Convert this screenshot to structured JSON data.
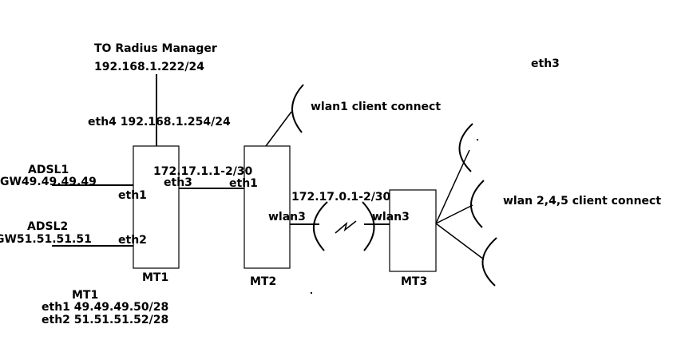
{
  "labels": {
    "radius_title": "TO Radius Manager",
    "radius_ip": "192.168.1.222/24",
    "eth4": "eth4 192.168.1.254/24",
    "eth3_top": "eth3",
    "wlan1_client": "wlan1 client connect",
    "wlan245_client": "wlan 2,4,5 client connect",
    "adsl1": "ADSL1",
    "adsl1_gw": "GW49.49.49.49",
    "adsl2": "ADSL2",
    "adsl2_gw": "GW51.51.51.51",
    "mt1_eth1": "eth1",
    "mt1_eth2": "eth2",
    "mt1_eth3": "eth3",
    "mt2_eth1": "eth1",
    "link1_net": "172.17.1.1-2/30",
    "link2_net": "172.17.0.1-2/30",
    "mt2_wlan3": "wlan3",
    "mt3_wlan3": "wlan3",
    "mt1_name": "MT1",
    "mt2_name": "MT2",
    "mt3_name": "MT3",
    "legend_title": "MT1",
    "legend_eth1": "eth1 49.49.49.50/28",
    "legend_eth2": "eth2 51.51.51.52/28"
  }
}
